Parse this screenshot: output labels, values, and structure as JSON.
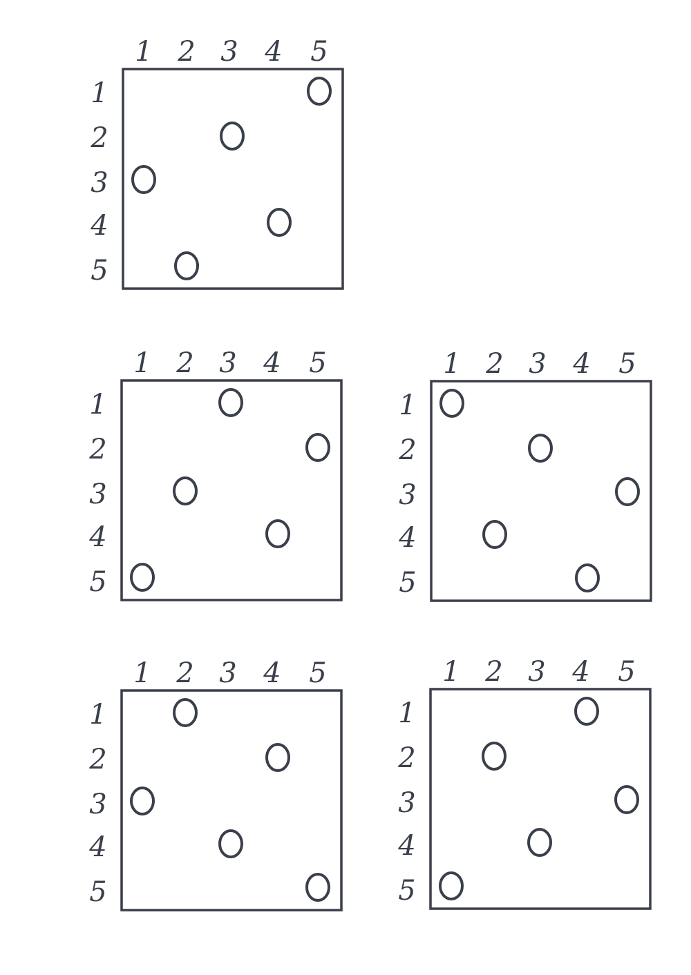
{
  "boards": [
    {
      "col_labels": [
        "1",
        "2",
        "3",
        "4",
        "5"
      ],
      "row_labels": [
        "1",
        "2",
        "3",
        "4",
        "5"
      ],
      "marks": [
        {
          "row": 1,
          "col": 5
        },
        {
          "row": 2,
          "col": 3
        },
        {
          "row": 3,
          "col": 1
        },
        {
          "row": 4,
          "col": 4
        },
        {
          "row": 5,
          "col": 2
        }
      ]
    },
    {
      "col_labels": [
        "1",
        "2",
        "3",
        "4",
        "5"
      ],
      "row_labels": [
        "1",
        "2",
        "3",
        "4",
        "5"
      ],
      "marks": [
        {
          "row": 1,
          "col": 3
        },
        {
          "row": 2,
          "col": 5
        },
        {
          "row": 3,
          "col": 2
        },
        {
          "row": 4,
          "col": 4
        },
        {
          "row": 5,
          "col": 1
        }
      ]
    },
    {
      "col_labels": [
        "1",
        "2",
        "3",
        "4",
        "5"
      ],
      "row_labels": [
        "1",
        "2",
        "3",
        "4",
        "5"
      ],
      "marks": [
        {
          "row": 1,
          "col": 1
        },
        {
          "row": 2,
          "col": 3
        },
        {
          "row": 3,
          "col": 5
        },
        {
          "row": 4,
          "col": 2
        },
        {
          "row": 5,
          "col": 4
        }
      ]
    },
    {
      "col_labels": [
        "1",
        "2",
        "3",
        "4",
        "5"
      ],
      "row_labels": [
        "1",
        "2",
        "3",
        "4",
        "5"
      ],
      "marks": [
        {
          "row": 1,
          "col": 2
        },
        {
          "row": 2,
          "col": 4
        },
        {
          "row": 3,
          "col": 1
        },
        {
          "row": 4,
          "col": 3
        },
        {
          "row": 5,
          "col": 5
        }
      ]
    },
    {
      "col_labels": [
        "1",
        "2",
        "3",
        "4",
        "5"
      ],
      "row_labels": [
        "1",
        "2",
        "3",
        "4",
        "5"
      ],
      "marks": [
        {
          "row": 1,
          "col": 4
        },
        {
          "row": 2,
          "col": 2
        },
        {
          "row": 3,
          "col": 5
        },
        {
          "row": 4,
          "col": 3
        },
        {
          "row": 5,
          "col": 1
        }
      ]
    }
  ]
}
